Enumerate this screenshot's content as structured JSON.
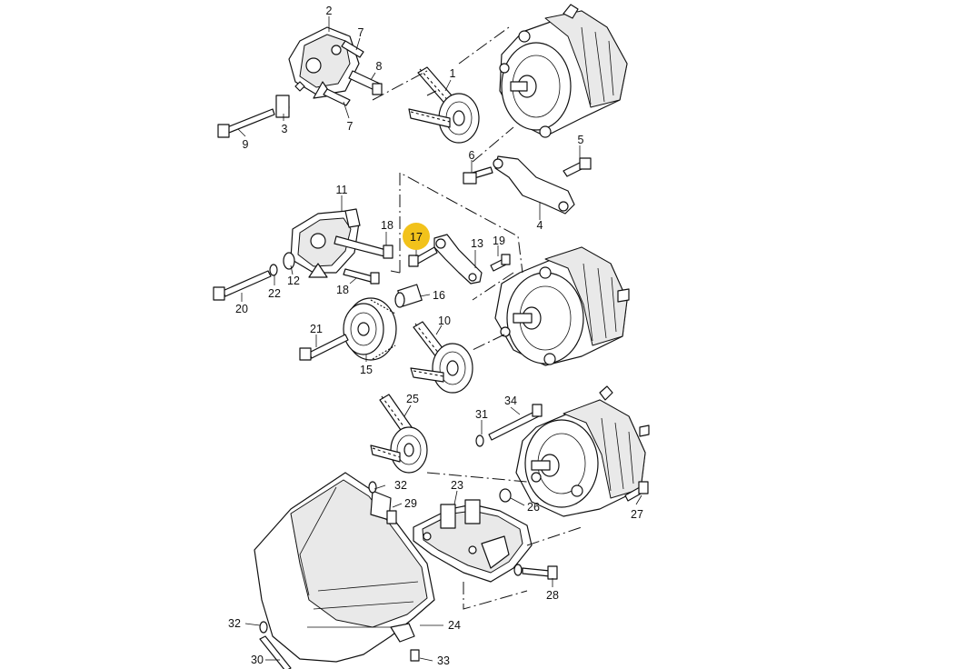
{
  "diagram": {
    "callouts": [
      {
        "id": "c2",
        "text": "2"
      },
      {
        "id": "c7a",
        "text": "7"
      },
      {
        "id": "c8",
        "text": "8"
      },
      {
        "id": "c1",
        "text": "1"
      },
      {
        "id": "c9",
        "text": "9"
      },
      {
        "id": "c3",
        "text": "3"
      },
      {
        "id": "c7b",
        "text": "7"
      },
      {
        "id": "c5",
        "text": "5"
      },
      {
        "id": "c6",
        "text": "6"
      },
      {
        "id": "c4",
        "text": "4"
      },
      {
        "id": "c11",
        "text": "11"
      },
      {
        "id": "c18a",
        "text": "18"
      },
      {
        "id": "c17",
        "text": "17"
      },
      {
        "id": "c13",
        "text": "13"
      },
      {
        "id": "c19",
        "text": "19"
      },
      {
        "id": "c20",
        "text": "20"
      },
      {
        "id": "c22",
        "text": "22"
      },
      {
        "id": "c12",
        "text": "12"
      },
      {
        "id": "c18b",
        "text": "18"
      },
      {
        "id": "c16",
        "text": "16"
      },
      {
        "id": "c10",
        "text": "10"
      },
      {
        "id": "c21",
        "text": "21"
      },
      {
        "id": "c15",
        "text": "15"
      },
      {
        "id": "c25",
        "text": "25"
      },
      {
        "id": "c34",
        "text": "34"
      },
      {
        "id": "c31",
        "text": "31"
      },
      {
        "id": "c32a",
        "text": "32"
      },
      {
        "id": "c29",
        "text": "29"
      },
      {
        "id": "c23",
        "text": "23"
      },
      {
        "id": "c26",
        "text": "26"
      },
      {
        "id": "c27",
        "text": "27"
      },
      {
        "id": "c28",
        "text": "28"
      },
      {
        "id": "c24",
        "text": "24"
      },
      {
        "id": "c32b",
        "text": "32"
      },
      {
        "id": "c30",
        "text": "30"
      },
      {
        "id": "c33",
        "text": "33"
      }
    ],
    "highlight_color": "#f2c21b"
  }
}
